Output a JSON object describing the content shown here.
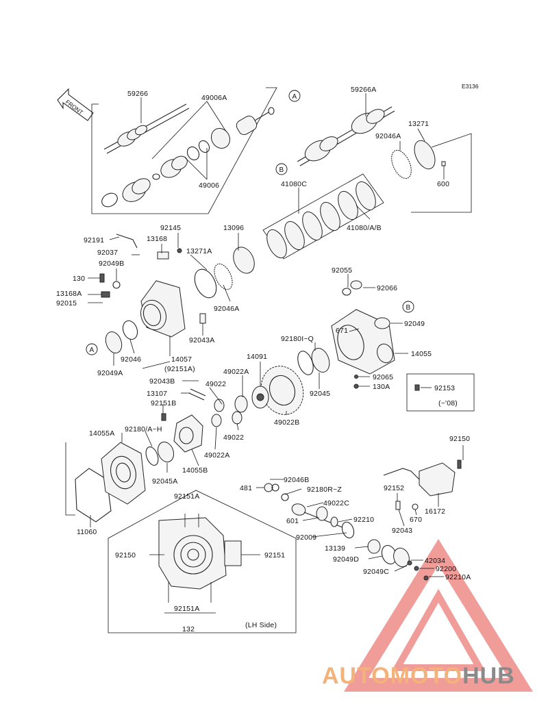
{
  "diagram_code": "E3136",
  "front_label": "FRONT",
  "ref_circles": [
    "A",
    "B",
    "A",
    "B"
  ],
  "labels": [
    "59266",
    "49006A",
    "49006",
    "59266A",
    "13271",
    "92046A",
    "600",
    "41080C",
    "41080/A/B",
    "92191",
    "92145",
    "13096",
    "13168",
    "92037",
    "13271A",
    "92049B",
    "130",
    "13168A",
    "92015",
    "92046A",
    "92055",
    "92066",
    "92049",
    "671",
    "92180I~Q",
    "14055",
    "92043A",
    "92046",
    "14057",
    "92049A",
    "(92151A)",
    "14091",
    "49022A",
    "92065",
    "130A",
    "92153",
    "(~'08)",
    "92043B",
    "49022",
    "13107",
    "92045",
    "92151B",
    "49022B",
    "92180/A~H",
    "49022",
    "14055A",
    "49022A",
    "14055B",
    "92045A",
    "92150",
    "92046B",
    "481",
    "92180R~Z",
    "49022C",
    "92152",
    "16172",
    "92210",
    "670",
    "601",
    "92009",
    "92043",
    "13139",
    "42034",
    "92049D",
    "92200",
    "92049C",
    "92210A",
    "11060",
    "92151A",
    "92150",
    "92151",
    "92151A",
    "132",
    "(LH Side)"
  ],
  "watermark": {
    "brand_a": "AUTOMOTO",
    "brand_b": "HUB",
    "color_a": "#f3b27a",
    "color_b": "#8a8a8a",
    "triangle_color": "#ee8b88"
  }
}
